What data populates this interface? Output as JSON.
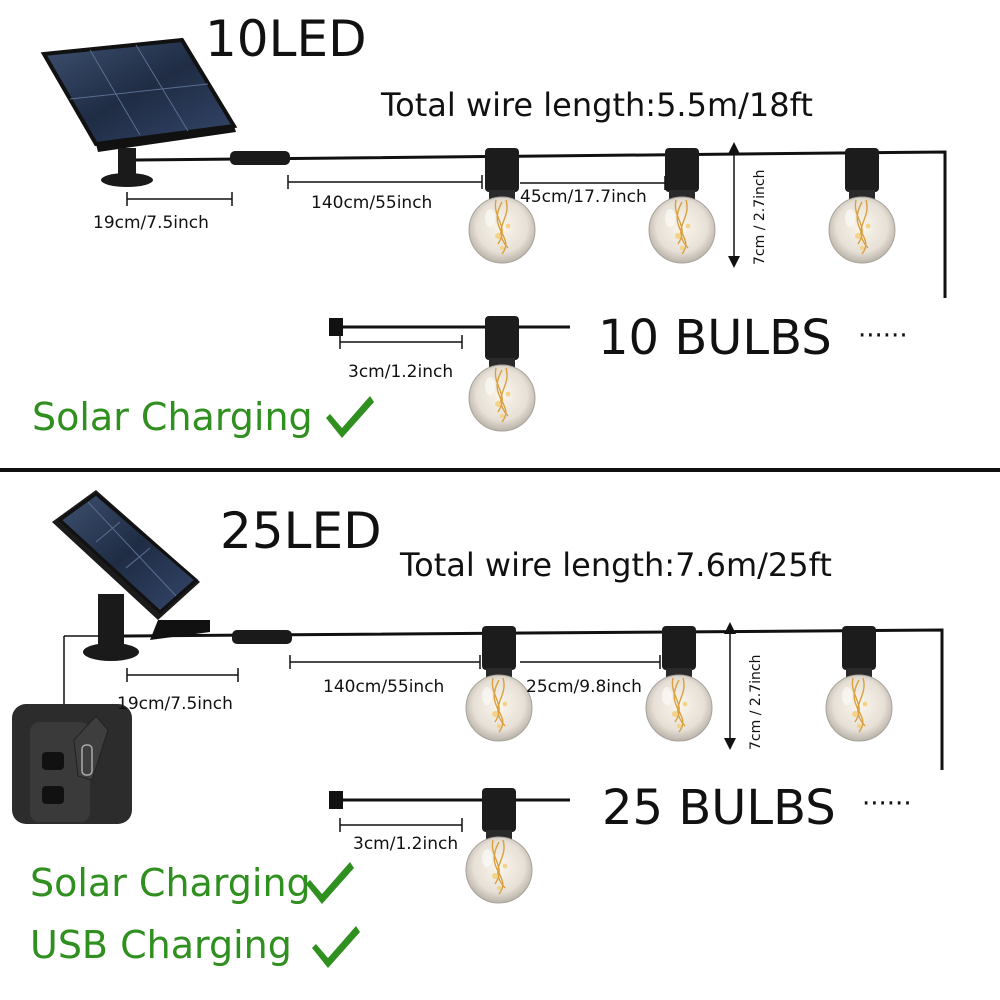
{
  "top": {
    "title": "10LED",
    "total_wire": "Total wire length:5.5m/18ft",
    "dim_panel": "19cm/7.5inch",
    "dim_lead": "140cm/55inch",
    "dim_spacing": "45cm/17.7inch",
    "dim_drop": "7cm / 2.7inch",
    "dim_end": "3cm/1.2inch",
    "bulbs": "10 BULBS",
    "dots": "······",
    "feature1": "Solar Charging"
  },
  "bottom": {
    "title": "25LED",
    "total_wire": "Total wire length:7.6m/25ft",
    "dim_panel": "19cm/7.5inch",
    "dim_lead": "140cm/55inch",
    "dim_spacing": "25cm/9.8inch",
    "dim_drop": "7cm / 2.7inch",
    "dim_end": "3cm/1.2inch",
    "bulbs": "25 BULBS",
    "dots": "······",
    "feature1": "Solar Charging",
    "feature2": "USB Charging"
  },
  "colors": {
    "green": "#2f8f1f",
    "wire": "#111111",
    "socket": "#1c1c1c",
    "bulb_glass": "#e9e4dc",
    "filament": "#d9a040",
    "panel": "#2a3a55"
  },
  "icons": [
    "solar-panel-icon",
    "check-icon",
    "bulb-icon",
    "usb-port-icon"
  ]
}
